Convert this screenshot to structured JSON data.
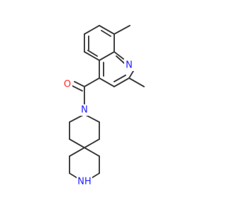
{
  "structure": {
    "colors": {
      "bond": "#3a3a3a",
      "oxygen": "#ff2a2a",
      "nitrogen": "#1e1eff",
      "background": "#ffffff"
    },
    "atom_labels": {
      "quinoline_n": "N",
      "carbonyl_o": "O",
      "amide_n": "N",
      "amine_nh": "NH"
    }
  }
}
